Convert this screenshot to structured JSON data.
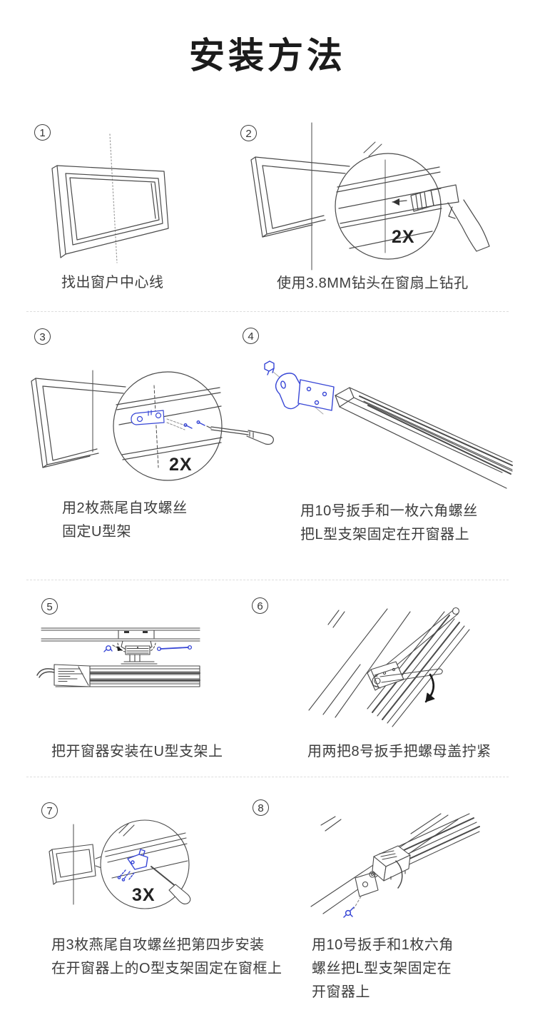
{
  "page": {
    "title": "安装方法"
  },
  "colors": {
    "line": "#4a4a4a",
    "light_line": "#8d8d8d",
    "accent_blue": "#3847d6",
    "text": "#3d3d3d",
    "title": "#1b1b1b",
    "divider": "#dddddd",
    "background": "#ffffff"
  },
  "steps": [
    {
      "number": "1",
      "caption_lines": [
        "找出窗户中心线"
      ]
    },
    {
      "number": "2",
      "zoom_label": "2X",
      "caption_lines": [
        "使用3.8MM钻头在窗扇上钻孔"
      ]
    },
    {
      "number": "3",
      "zoom_label": "2X",
      "caption_lines": [
        "用2枚燕尾自攻螺丝",
        "固定U型架"
      ]
    },
    {
      "number": "4",
      "caption_lines": [
        "用10号扳手和一枚六角螺丝",
        "把L型支架固定在开窗器上"
      ]
    },
    {
      "number": "5",
      "caption_lines": [
        "把开窗器安装在U型支架上"
      ]
    },
    {
      "number": "6",
      "caption_lines": [
        "用两把8号扳手把螺母盖拧紧"
      ]
    },
    {
      "number": "7",
      "zoom_label": "3X",
      "caption_lines": [
        "用3枚燕尾自攻螺丝把第四步安装",
        "在开窗器上的O型支架固定在窗框上"
      ]
    },
    {
      "number": "8",
      "caption_lines": [
        "用10号扳手和1枚六角",
        "螺丝把L型支架固定在",
        "开窗器上"
      ]
    }
  ]
}
